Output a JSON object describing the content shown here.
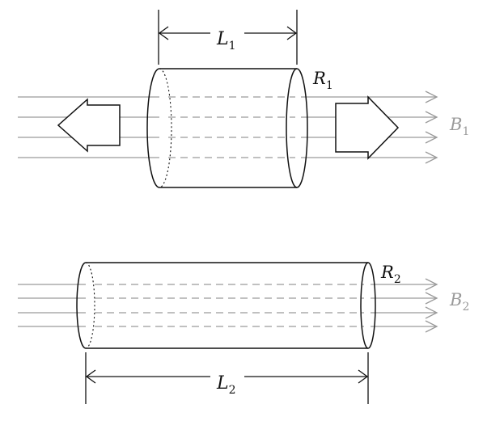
{
  "top": {
    "length_label": "L",
    "length_sub": "1",
    "radius_label": "R",
    "radius_sub": "1",
    "field_label": "B",
    "field_sub": "1"
  },
  "bottom": {
    "length_label": "L",
    "length_sub": "2",
    "radius_label": "R",
    "radius_sub": "2",
    "field_label": "B",
    "field_sub": "2"
  },
  "colors": {
    "ink": "#111111",
    "field": "#9a9a9a",
    "dashed": "#9a9a9a"
  }
}
